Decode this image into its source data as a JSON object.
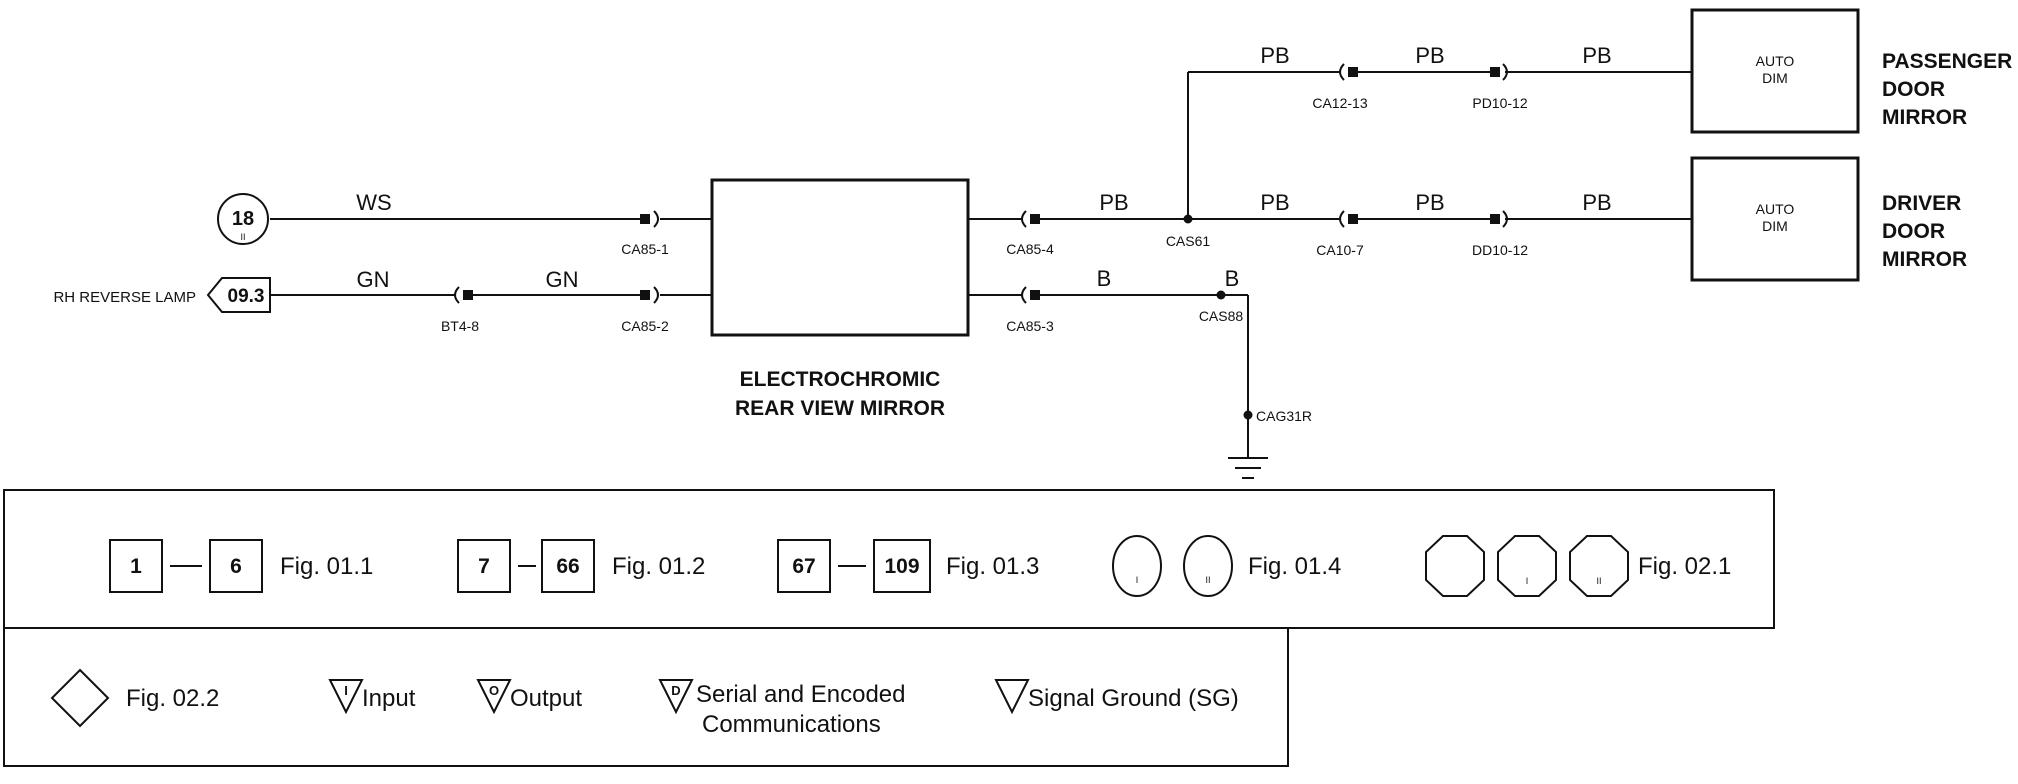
{
  "components": {
    "main_mirror": {
      "label_line1": "ELECTROCHROMIC",
      "label_line2": "REAR VIEW MIRROR"
    },
    "passenger_mirror": {
      "inner_line1": "AUTO",
      "inner_line2": "DIM",
      "name_line1": "PASSENGER",
      "name_line2": "DOOR",
      "name_line3": "MIRROR"
    },
    "driver_mirror": {
      "inner_line1": "AUTO",
      "inner_line2": "DIM",
      "name_line1": "DRIVER",
      "name_line2": "DOOR",
      "name_line3": "MIRROR"
    }
  },
  "references": {
    "circle_ref": {
      "number": "18",
      "sub": "II"
    },
    "lamp_ref": {
      "number": "09.3",
      "label": "RH REVERSE LAMP"
    }
  },
  "wire_colors": {
    "ws": "WS",
    "gn1": "GN",
    "gn2": "GN",
    "pb_cas61": "PB",
    "pb_up1": "PB",
    "pb_up2": "PB",
    "pb_up3": "PB",
    "pb_dn1": "PB",
    "pb_dn2": "PB",
    "pb_dn3": "PB",
    "b1": "B",
    "b2": "B"
  },
  "connectors": {
    "ca85_1": "CA85-1",
    "ca85_2": "CA85-2",
    "bt4_8": "BT4-8",
    "ca85_4": "CA85-4",
    "ca85_3": "CA85-3",
    "cas61": "CAS61",
    "cas88": "CAS88",
    "cag31r": "CAG31R",
    "ca12_13": "CA12-13",
    "pd10_12": "PD10-12",
    "ca10_7": "CA10-7",
    "dd10_12": "DD10-12"
  },
  "legend": {
    "row1": {
      "a_start": "1",
      "a_end": "6",
      "a_fig": "Fig. 01.1",
      "b_start": "7",
      "b_end": "66",
      "b_fig": "Fig. 01.2",
      "c_start": "67",
      "c_end": "109",
      "c_fig": "Fig. 01.3",
      "circle_i": "I",
      "circle_ii": "II",
      "d_fig": "Fig. 01.4",
      "oct_i": "I",
      "oct_ii": "II",
      "e_fig": "Fig. 02.1"
    },
    "row2": {
      "diamond_fig": "Fig. 02.2",
      "input_letter": "I",
      "input_label": "Input",
      "output_letter": "O",
      "output_label": "Output",
      "serial_letter": "D",
      "serial_line1": "Serial and Encoded",
      "serial_line2": "Communications",
      "signal_ground_label": "Signal Ground (SG)"
    }
  }
}
